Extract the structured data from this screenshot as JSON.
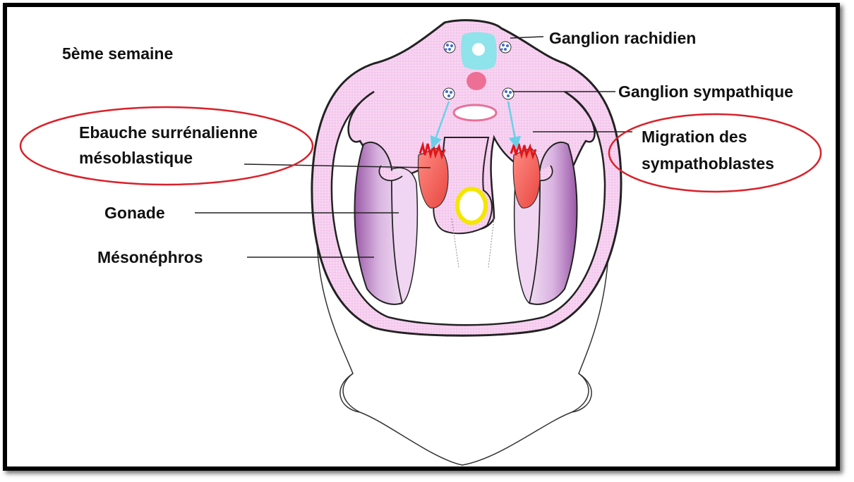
{
  "title": "5ème semaine",
  "labels": {
    "ganglion_rachidien": "Ganglion rachidien",
    "ganglion_sympathique": "Ganglion sympathique",
    "ebauche_line1": "Ebauche surrénalienne",
    "ebauche_line2": "mésoblastique",
    "migration_line1": "Migration des",
    "migration_line2": "sympathoblastes",
    "gonade": "Gonade",
    "mesonephros": "Mésonéphros"
  },
  "colors": {
    "tissue_pink": "#f4c8ee",
    "neural_tube": "#8fe3ea",
    "notochord": "#ee6f96",
    "aorta_ring": "#e8709a",
    "adrenal_red": "#f0605a",
    "gut_ring": "#f5e600",
    "mesonephros_purple": "#c79ad0",
    "highlight_ellipse": "#d9212a",
    "migration_arrow": "#6ad0e8"
  }
}
